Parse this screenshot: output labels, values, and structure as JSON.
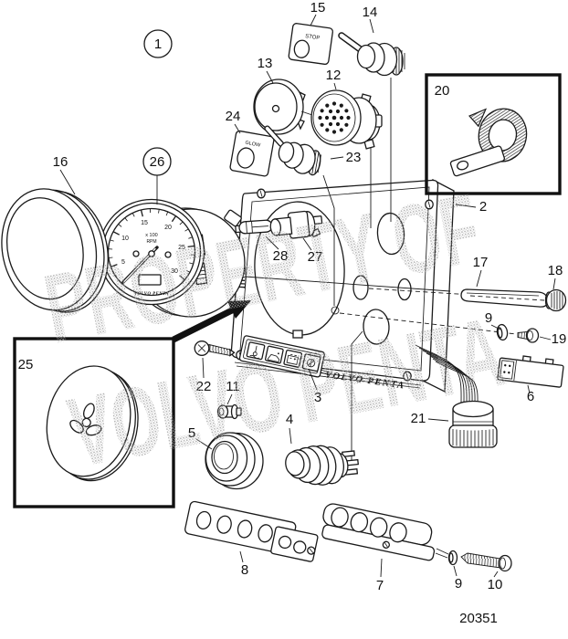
{
  "figure": {
    "drawing_number": "20351"
  },
  "watermark": {
    "line1": "PROPERTY OF",
    "line2": "VOLVO PENTA"
  },
  "texts": {
    "stop_plate": "STOP",
    "glow_plate": "GLOW",
    "panel_brand": "VOLVO PENTA"
  },
  "gauge": {
    "multiplier": "x 100",
    "unit": "RPM",
    "brand": "VOLVO PENTA",
    "scale": [
      "5",
      "10",
      "15",
      "20",
      "25",
      "30"
    ]
  },
  "callouts": {
    "c1": "1",
    "c2": "2",
    "c3": "3",
    "c4": "4",
    "c5": "5",
    "c6": "6",
    "c7": "7",
    "c8": "8",
    "c9": "9",
    "c10": "10",
    "c11": "11",
    "c12": "12",
    "c13": "13",
    "c14": "14",
    "c15": "15",
    "c16": "16",
    "c17": "17",
    "c18": "18",
    "c19": "19",
    "c20": "20",
    "c21": "21",
    "c22": "22",
    "c23": "23",
    "c24": "24",
    "c25": "25",
    "c26": "26",
    "c27": "27",
    "c28": "28"
  }
}
